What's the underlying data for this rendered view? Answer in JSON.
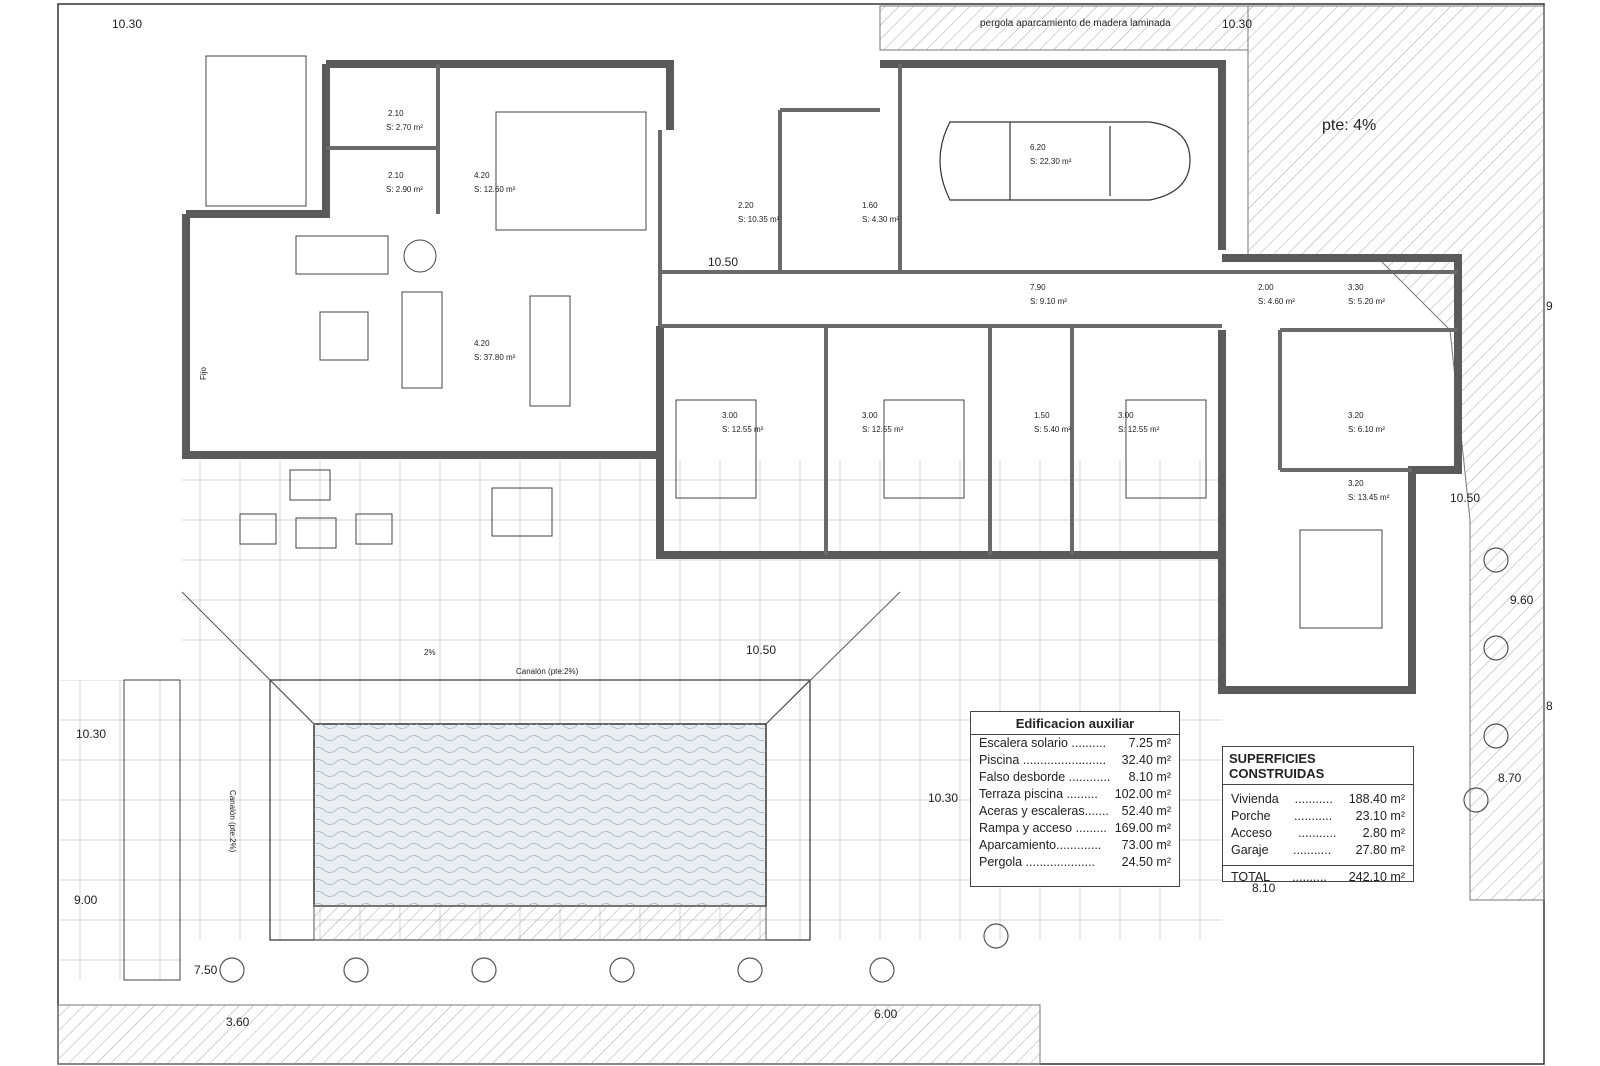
{
  "plan": {
    "pergola_note": "pergola aparcamiento de madera laminada",
    "slope_note": "pte: 4%",
    "gutter_label": "Canalón (pte:2%)",
    "gutter_side_label": "Canalón (pte:2%)",
    "slope_mark": "2%",
    "fijo_label": "Fijo",
    "levels": [
      "10.30",
      "10.30",
      "10.50",
      "10.50",
      "10.50",
      "10.30",
      "10.30",
      "9.60",
      "8.70",
      "9.00",
      "7.50",
      "3.60",
      "6.00",
      "8.10",
      "9",
      "8"
    ],
    "rooms": [
      {
        "dims": "2.10",
        "area": "S: 2.70 m²"
      },
      {
        "dims": "2.10",
        "area": "S: 2.90 m²"
      },
      {
        "dims": "4.20",
        "area": "S: 12.60 m²"
      },
      {
        "dims": "2.20",
        "area": "S: 10.35 m²"
      },
      {
        "dims": "1.60",
        "area": "S: 4.30 m²"
      },
      {
        "dims": "6.20",
        "area": "S: 22.30 m²"
      },
      {
        "dims": "4.20",
        "area": "S: 37.80 m²"
      },
      {
        "dims": "7.90",
        "area": "S: 9.10 m²"
      },
      {
        "dims": "2.00",
        "area": "S: 4.60 m²"
      },
      {
        "dims": "3.30",
        "area": "S: 5.20 m²"
      },
      {
        "dims": "3.00",
        "area": "S: 12.55 m²"
      },
      {
        "dims": "3.00",
        "area": "S: 12.55 m²"
      },
      {
        "dims": "1.50",
        "area": "S: 5.40 m²"
      },
      {
        "dims": "3.00",
        "area": "S: 12.55 m²"
      },
      {
        "dims": "3.20",
        "area": "S: 6.10 m²"
      },
      {
        "dims": "3.20",
        "area": "S: 13.45 m²"
      }
    ]
  },
  "aux_table": {
    "title": "Edificacion auxiliar",
    "rows": [
      {
        "label": "Escalera solario ..........",
        "value": "7.25 m²"
      },
      {
        "label": "Piscina ........................",
        "value": "32.40 m²"
      },
      {
        "label": "Falso desborde ............",
        "value": "8.10 m²"
      },
      {
        "label": "Terraza piscina .........",
        "value": "102.00 m²"
      },
      {
        "label": "Aceras y escaleras.......",
        "value": "52.40 m²"
      },
      {
        "label": "Rampa y acceso .........",
        "value": "169.00 m²"
      },
      {
        "label": "Aparcamiento.............",
        "value": "73.00 m²"
      },
      {
        "label": "Pergola ....................",
        "value": "24.50 m²"
      }
    ]
  },
  "sup_table": {
    "title": "SUPERFICIES CONSTRUIDAS",
    "rows": [
      {
        "label": "Vivienda",
        "dots": "...........",
        "value": "188.40 m²"
      },
      {
        "label": "Porche",
        "dots": "...........",
        "value": "23.10 m²"
      },
      {
        "label": "Acceso",
        "dots": "...........",
        "value": "2.80 m²"
      },
      {
        "label": "Garaje",
        "dots": "...........",
        "value": "27.80 m²"
      }
    ],
    "total": {
      "label": "TOTAL",
      "dots": "..........",
      "value": "242.10 m²"
    }
  },
  "colors": {
    "wall": "#5a5a5a",
    "wall_fill": "#8c8c8c",
    "line": "#333333",
    "hatch": "#9a9a9a",
    "water": "#e9eef3"
  }
}
